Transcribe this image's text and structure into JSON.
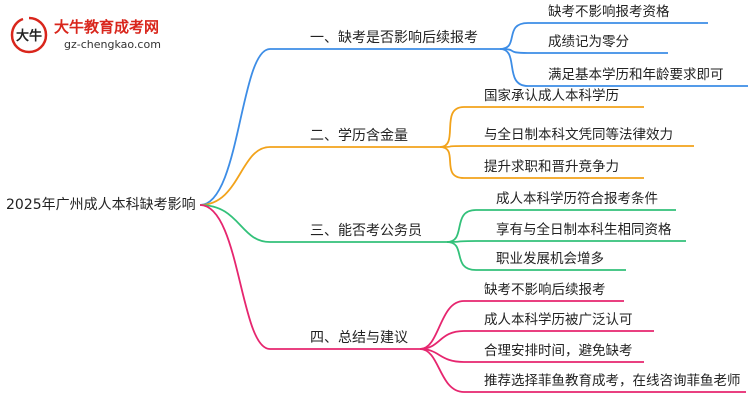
{
  "logo": {
    "name": "大牛教育成考网",
    "url": "gz-chengkao.com",
    "mark_text": "大牛"
  },
  "root": "2025年广州成人本科缺考影响",
  "branches": [
    {
      "label": "一、缺考是否影响后续报考",
      "color": "#3d8de6",
      "leaves": [
        "缺考不影响报考资格",
        "成绩记为零分",
        "满足基本学历和年龄要求即可"
      ]
    },
    {
      "label": "二、学历含金量",
      "color": "#f2a31b",
      "leaves": [
        "国家承认成人本科学历",
        "与全日制本科文凭同等法律效力",
        "提升求职和晋升竞争力"
      ]
    },
    {
      "label": "三、能否考公务员",
      "color": "#33c17a",
      "leaves": [
        "成人本科学历符合报考条件",
        "享有与全日制本科生相同资格",
        "职业发展机会增多"
      ]
    },
    {
      "label": "四、总结与建议",
      "color": "#e6266f",
      "leaves": [
        "缺考不影响后续报考",
        "成人本科学历被广泛认可",
        "合理安排时间，避免缺考",
        "推荐选择菲鱼教育成考，在线咨询菲鱼老师"
      ]
    }
  ]
}
